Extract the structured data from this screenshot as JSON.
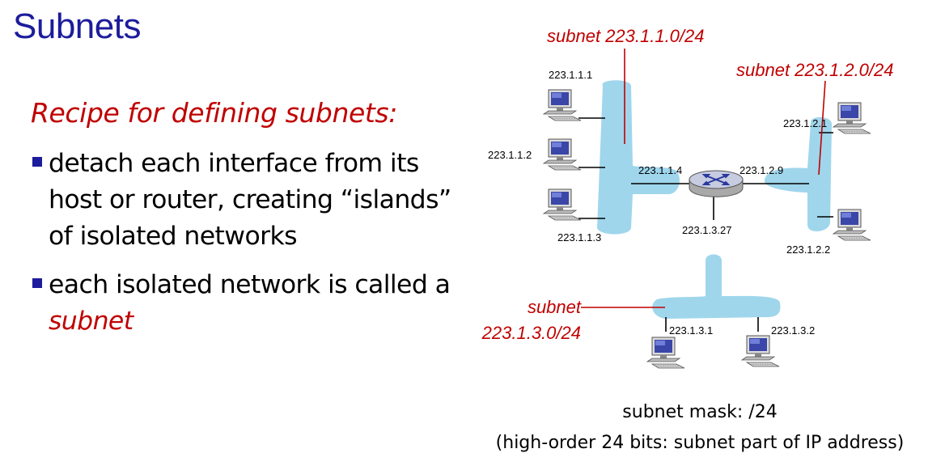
{
  "title": "Subnets",
  "recipe_heading": "Recipe for defining subnets:",
  "bullets": [
    {
      "text": "detach each interface from its host or router, creating “islands” of isolated networks"
    },
    {
      "text_before": "each isolated network is called a ",
      "text_emph": "subnet"
    }
  ],
  "diagram": {
    "subnet_labels": {
      "s1": "subnet 223.1.1.0/24",
      "s2": "subnet 223.1.2.0/24",
      "s3_line1": "subnet",
      "s3_line2": "223.1.3.0/24"
    },
    "addresses": {
      "h111": "223.1.1.1",
      "h112": "223.1.1.2",
      "h113": "223.1.1.3",
      "r114": "223.1.1.4",
      "r129": "223.1.2.9",
      "h121": "223.1.2.1",
      "h122": "223.1.2.2",
      "r1327": "223.1.3.27",
      "h131": "223.1.3.1",
      "h132": "223.1.3.2"
    },
    "colors": {
      "subnet_fill": "#9fd6ec",
      "label_red": "#c00000",
      "title_blue": "#1c1c9c"
    },
    "icons": [
      "computer-icon",
      "router-icon"
    ]
  },
  "footer": {
    "line1": "subnet mask: /24",
    "line2": "(high-order 24 bits: subnet part of IP address)"
  }
}
